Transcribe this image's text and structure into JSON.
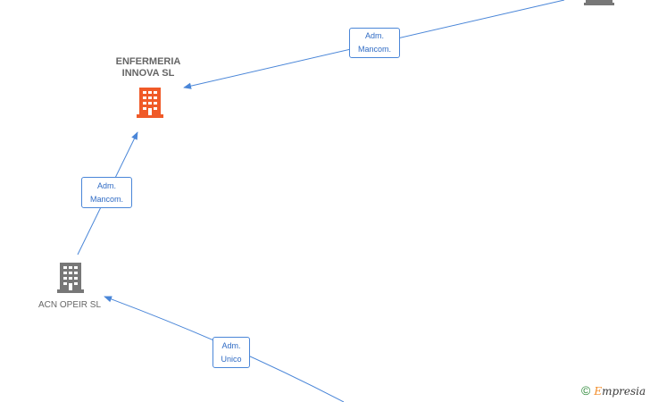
{
  "nodes": {
    "enfermeria": {
      "name": "ENFERMERIA\nINNOVA  SL",
      "color": "#f05a28"
    },
    "acn": {
      "name": "ACN OPEIR  SL",
      "color": "#777777"
    },
    "top_right": {
      "name": "",
      "color": "#777777"
    }
  },
  "edges": [
    {
      "line1": "Adm.",
      "line2": "Mancom."
    },
    {
      "line1": "Adm.",
      "line2": "Mancom."
    },
    {
      "line1": "Adm.",
      "line2": "Unico"
    }
  ],
  "colors": {
    "edge": "#4a86d8",
    "edge_text": "#2f6bc4"
  },
  "watermark": {
    "symbol": "©",
    "brand_initial": "E",
    "brand_rest": "mpresia"
  }
}
